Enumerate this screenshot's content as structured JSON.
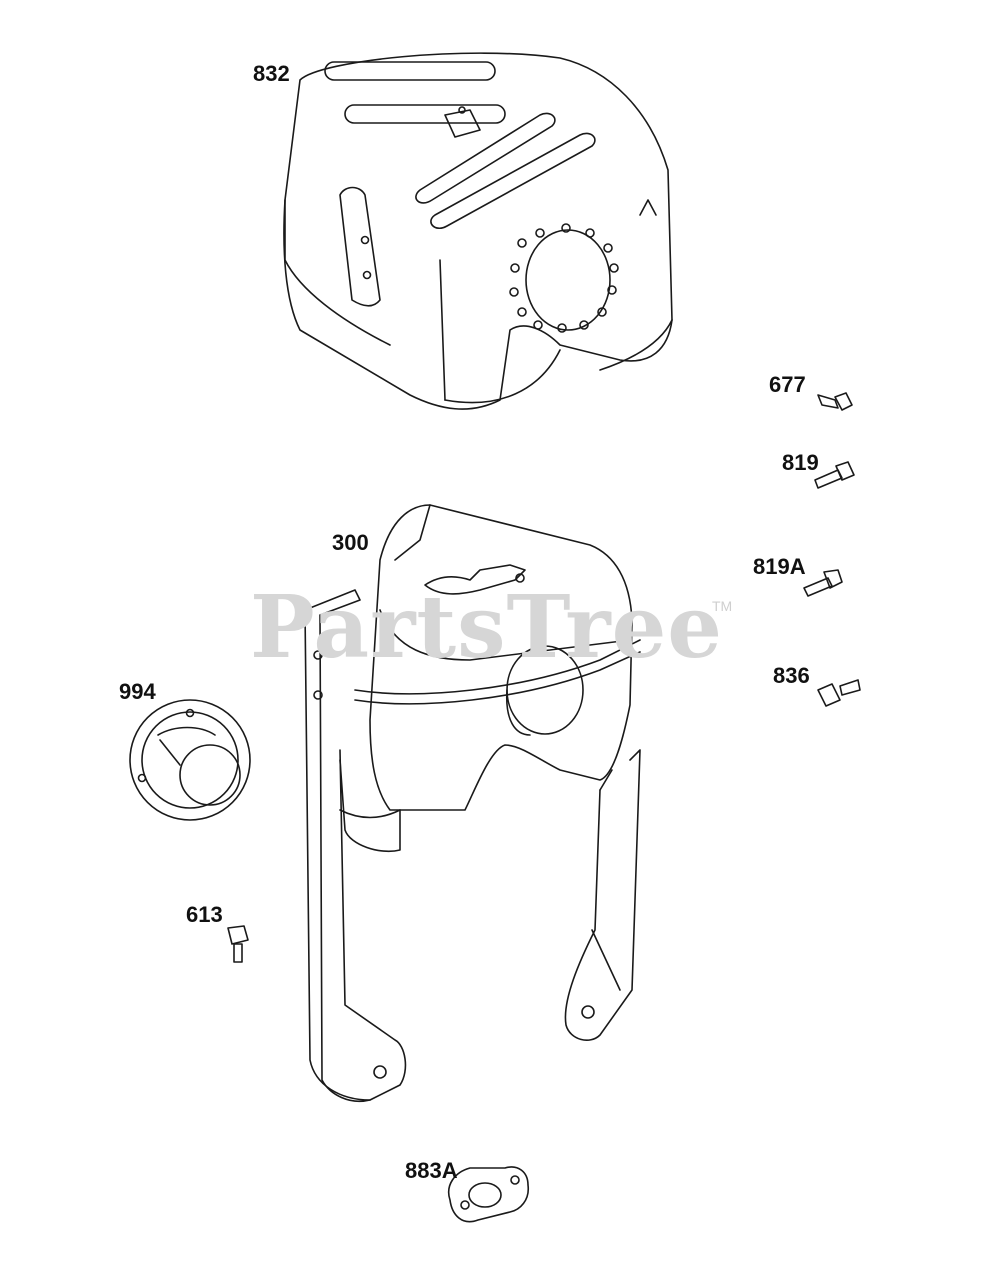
{
  "watermark": {
    "text": "PartsTree",
    "tm": "TM"
  },
  "parts": [
    {
      "id": "832",
      "label": "832",
      "description": "heat-shield"
    },
    {
      "id": "677",
      "label": "677",
      "description": "screw"
    },
    {
      "id": "819",
      "label": "819",
      "description": "screw"
    },
    {
      "id": "300",
      "label": "300",
      "description": "muffler"
    },
    {
      "id": "819A",
      "label": "819A",
      "description": "screw"
    },
    {
      "id": "994",
      "label": "994",
      "description": "deflector"
    },
    {
      "id": "836",
      "label": "836",
      "description": "screw"
    },
    {
      "id": "613",
      "label": "613",
      "description": "screw"
    },
    {
      "id": "883A",
      "label": "883A",
      "description": "gasket"
    }
  ],
  "colors": {
    "line": "#1a1a1a",
    "watermark": "#d6d6d6",
    "background": "#ffffff"
  }
}
